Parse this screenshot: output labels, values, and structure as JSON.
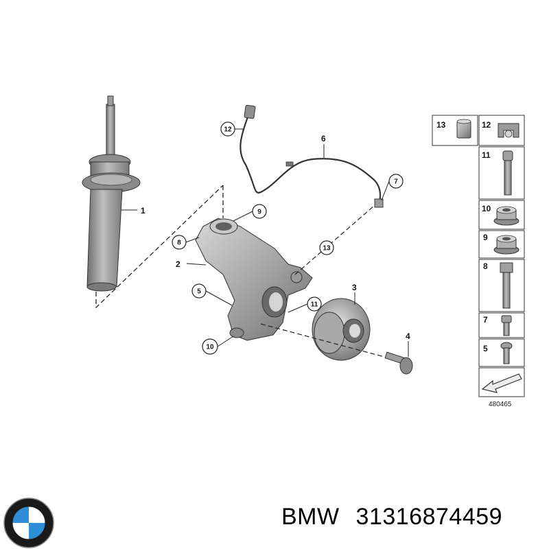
{
  "diagram": {
    "callouts": {
      "strut": "1",
      "knuckle": "2",
      "hub": "3",
      "hub_bolt": "4",
      "bolt_5": "5",
      "sensor_cable": "6",
      "bolt_7": "7",
      "bolt_8": "8",
      "nut_9": "9",
      "nut_10": "10",
      "bolt_11": "11",
      "clip_12": "12",
      "bush_13": "13"
    },
    "reference_number": "480465"
  },
  "parts_panel": {
    "cells": [
      {
        "num": "13",
        "part": "bush"
      },
      {
        "num": "12",
        "part": "clip"
      },
      {
        "num": "11",
        "part": "bolt"
      },
      {
        "num": "10",
        "part": "flange-nut"
      },
      {
        "num": "9",
        "part": "flange-nut"
      },
      {
        "num": "8",
        "part": "hex-bolt"
      },
      {
        "num": "7",
        "part": "socket-bolt"
      },
      {
        "num": "5",
        "part": "short-bolt"
      }
    ]
  },
  "footer": {
    "brand": "BMW",
    "part_number": "31316874459"
  },
  "colors": {
    "logo_blue": "#2f8ed8",
    "logo_ring": "#1a1a1a",
    "part_gray": "#9a9a9a"
  },
  "icons": [
    "bmw-logo",
    "direction-arrow"
  ]
}
